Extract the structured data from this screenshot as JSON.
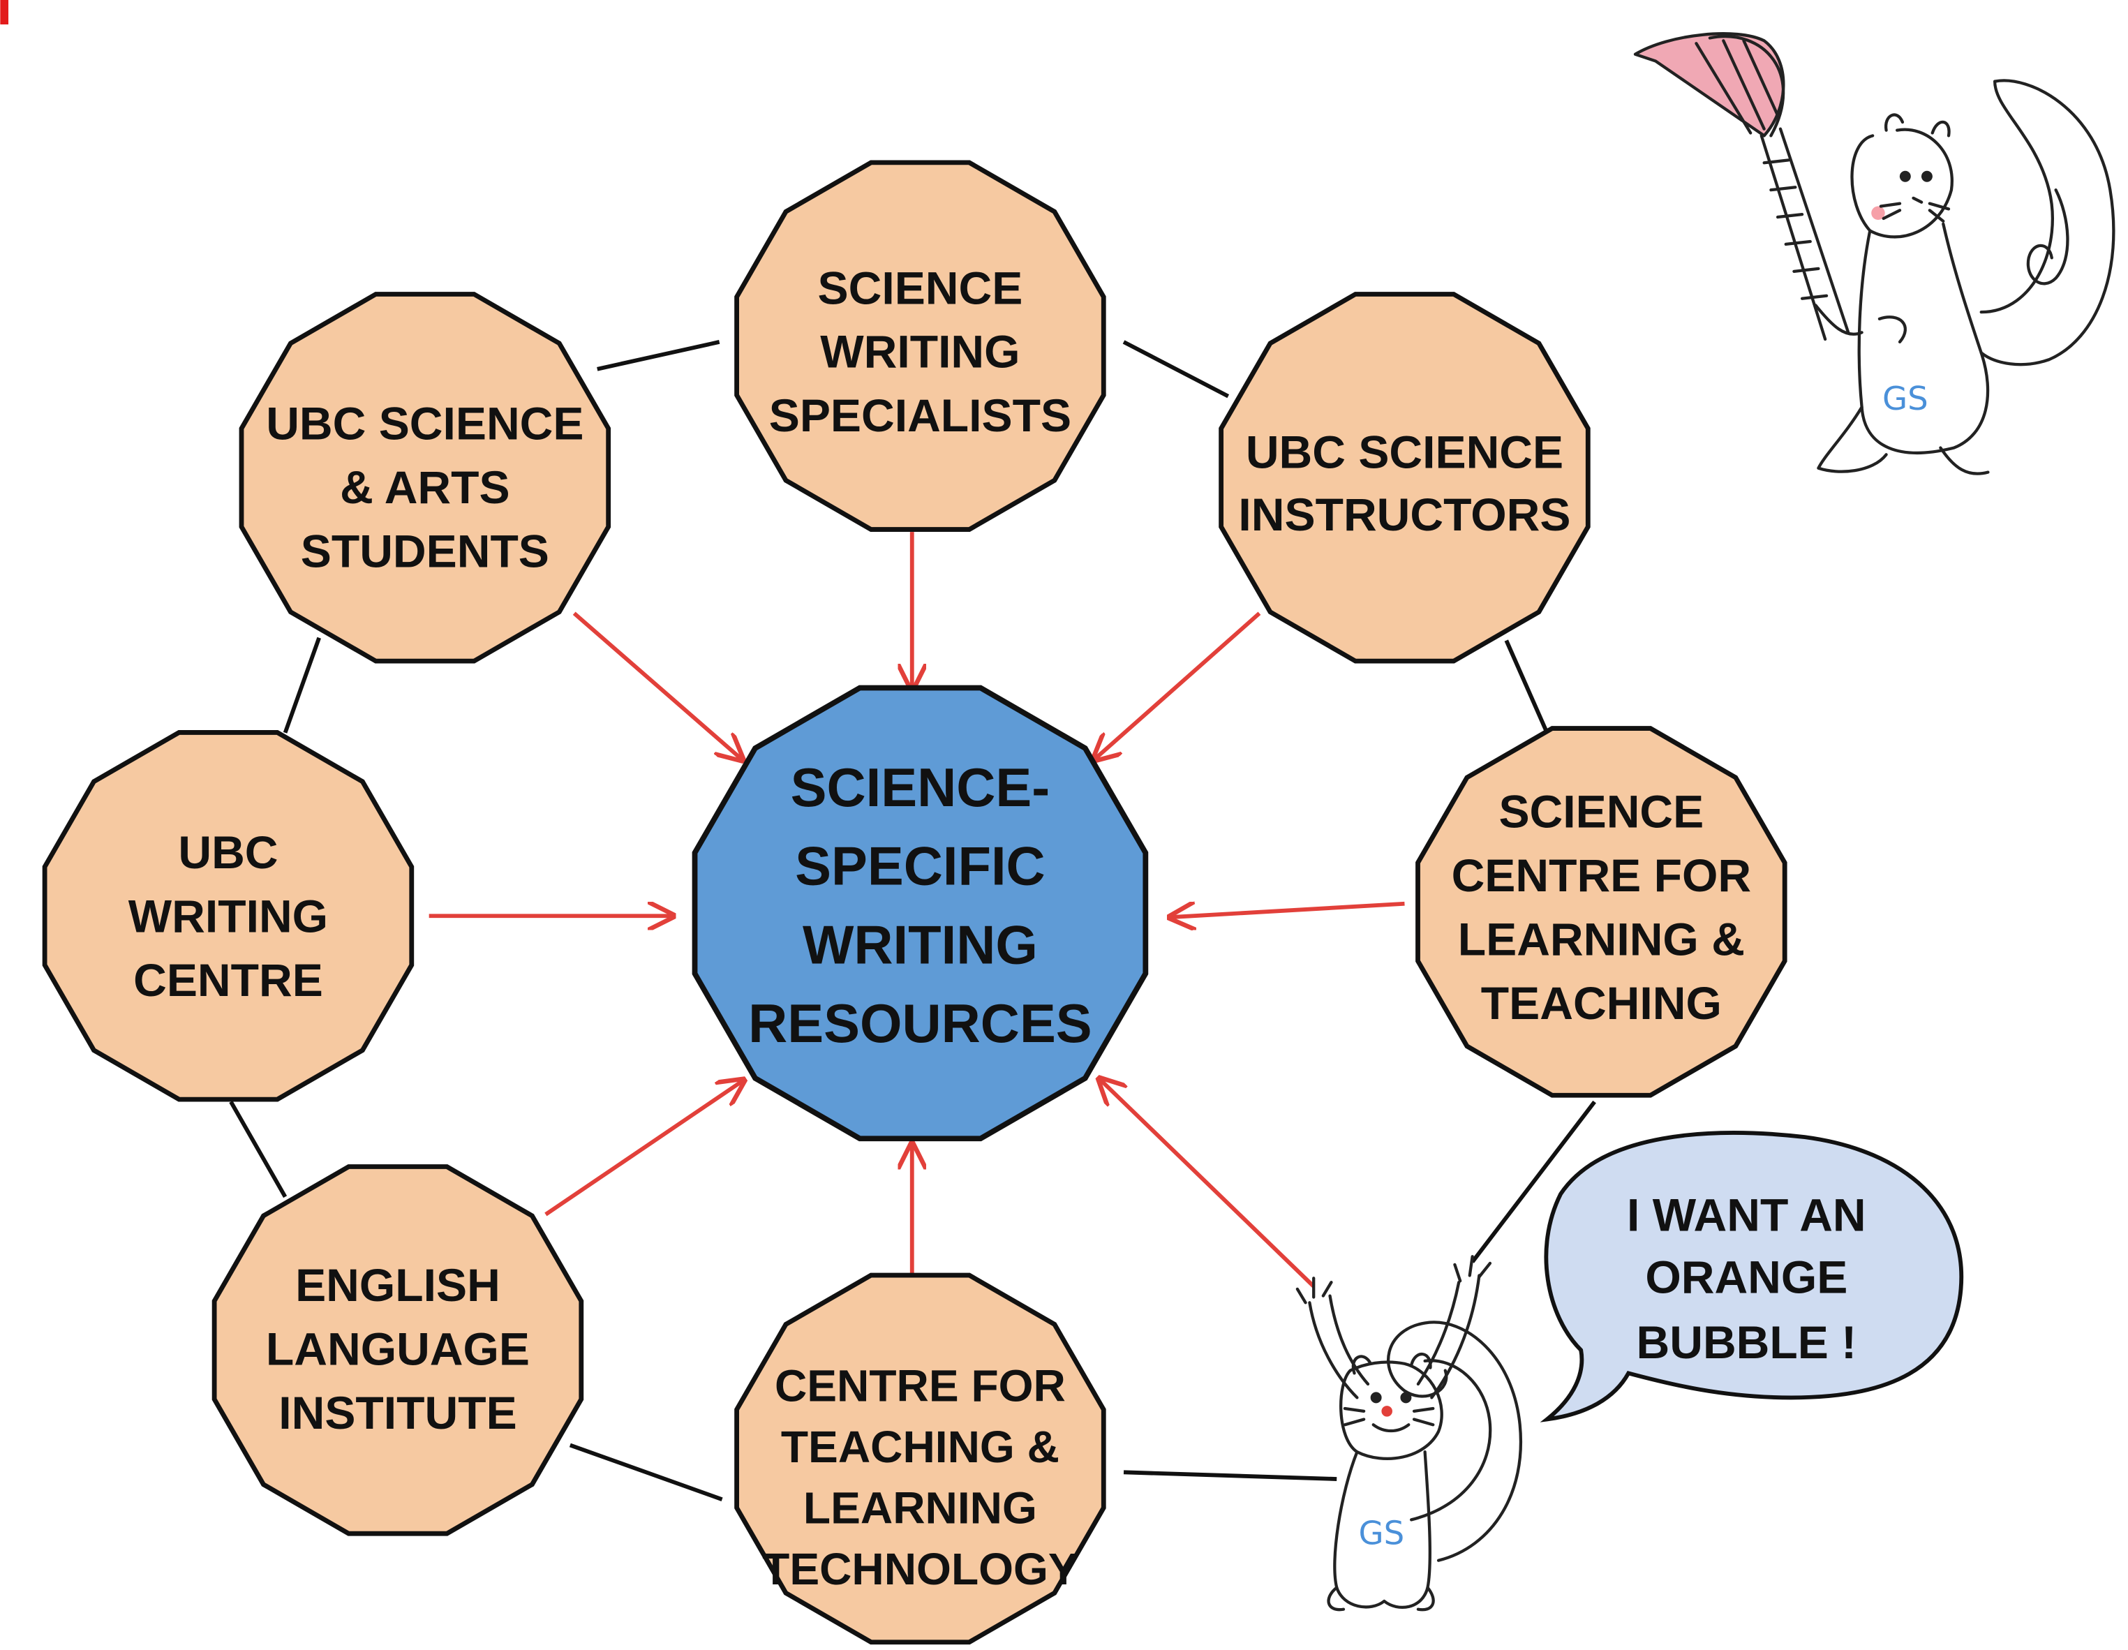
{
  "diagram": {
    "center": {
      "lines": [
        "SCIENCE-",
        "SPECIFIC",
        "WRITING",
        "RESOURCES"
      ]
    },
    "nodes": [
      {
        "id": "science-writing-specialists",
        "lines": [
          "SCIENCE",
          "WRITING",
          "SPECIALISTS"
        ]
      },
      {
        "id": "ubc-science-instructors",
        "lines": [
          "UBC SCIENCE",
          "INSTRUCTORS"
        ]
      },
      {
        "id": "science-centre-learning-teaching",
        "lines": [
          "SCIENCE",
          "CENTRE FOR",
          "LEARNING &",
          "TEACHING"
        ]
      },
      {
        "id": "centre-teaching-learning-technology",
        "lines": [
          "CENTRE FOR",
          "TEACHING &",
          "LEARNING",
          "TECHNOLOGY"
        ]
      },
      {
        "id": "english-language-institute",
        "lines": [
          "ENGLISH",
          "LANGUAGE",
          "INSTITUTE"
        ]
      },
      {
        "id": "ubc-writing-centre",
        "lines": [
          "UBC",
          "WRITING",
          "CENTRE"
        ]
      },
      {
        "id": "ubc-science-arts-students",
        "lines": [
          "UBC SCIENCE",
          "& ARTS",
          "STUDENTS"
        ]
      }
    ],
    "speech_bubble": {
      "lines": [
        "I WANT AN",
        "ORANGE",
        "BUBBLE !"
      ]
    },
    "mascot_initials": "GS",
    "colors": {
      "node_fill": "#f6c9a1",
      "center_fill": "#5f9bd6",
      "bubble_fill": "#cfdcf1",
      "arrow": "#e2403a",
      "outline": "#111111"
    }
  }
}
